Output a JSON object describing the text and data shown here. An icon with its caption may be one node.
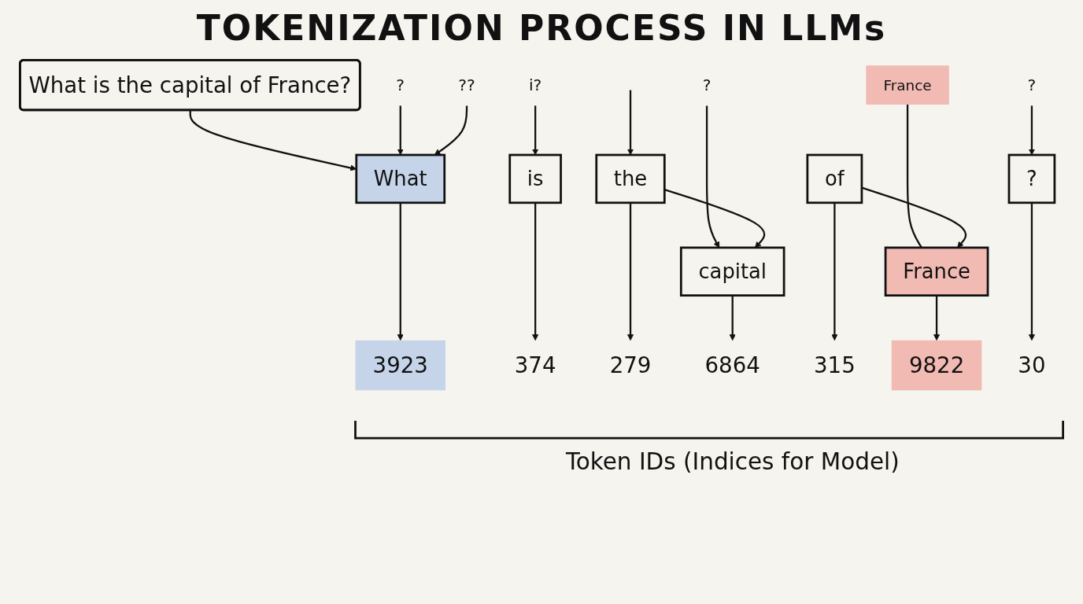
{
  "diagram": {
    "title": "TOKENIZATION PROCESS IN LLMs",
    "nodes": [
      {
        "text": [
          "What is the capital of France?"
        ]
      },
      {
        "text": [
          "?"
        ]
      },
      {
        "text": [
          "i?"
        ]
      },
      {
        "text": [
          "?"
        ]
      },
      {
        "text": [
          "France"
        ]
      },
      {
        "text": [
          "?"
        ]
      },
      {
        "text": [
          "What"
        ]
      },
      {
        "text": [
          "is"
        ]
      },
      {
        "text": [
          "the"
        ]
      },
      {
        "text": [
          "capital"
        ]
      },
      {
        "text": [
          "of"
        ]
      },
      {
        "text": [
          "France"
        ]
      },
      {
        "text": [
          "?"
        ]
      },
      {
        "text": [
          "??"
        ]
      },
      {
        "text": [
          "3923"
        ]
      },
      {
        "text": [
          "374"
        ]
      },
      {
        "text": [
          "279"
        ]
      },
      {
        "text": [
          "6864"
        ]
      },
      {
        "text": [
          "315"
        ]
      },
      {
        "text": [
          "9822"
        ]
      },
      {
        "text": [
          "30"
        ]
      },
      {
        "text": [
          "Token IDs (Indices for Model)"
        ]
      }
    ],
    "edges": [
      {
        "from": 0,
        "to": 6,
        "arrow": "to"
      },
      {
        "from": 1,
        "to": 6,
        "arrow": "to"
      },
      {
        "from": 2,
        "to": 7,
        "arrow": "to"
      },
      {
        "from": null,
        "to": 8,
        "arrow": "to"
      },
      {
        "from": 3,
        "to": 9,
        "arrow": "to"
      },
      {
        "from": 4,
        "to": 11,
        "arrow": "none"
      },
      {
        "from": 5,
        "to": 12,
        "arrow": "to"
      },
      {
        "from": 13,
        "to": 6,
        "arrow": "to"
      },
      {
        "from": 8,
        "to": 9,
        "arrow": "to"
      },
      {
        "from": 10,
        "to": 11,
        "arrow": "to"
      },
      {
        "from": 6,
        "to": 14,
        "arrow": "to"
      },
      {
        "from": 7,
        "to": 15,
        "arrow": "to"
      },
      {
        "from": 8,
        "to": 16,
        "arrow": "to"
      },
      {
        "from": 9,
        "to": 17,
        "arrow": "to"
      },
      {
        "from": 10,
        "to": 18,
        "arrow": "to"
      },
      {
        "from": 11,
        "to": 19,
        "arrow": "to"
      },
      {
        "from": 12,
        "to": 20,
        "arrow": "to"
      }
    ]
  }
}
